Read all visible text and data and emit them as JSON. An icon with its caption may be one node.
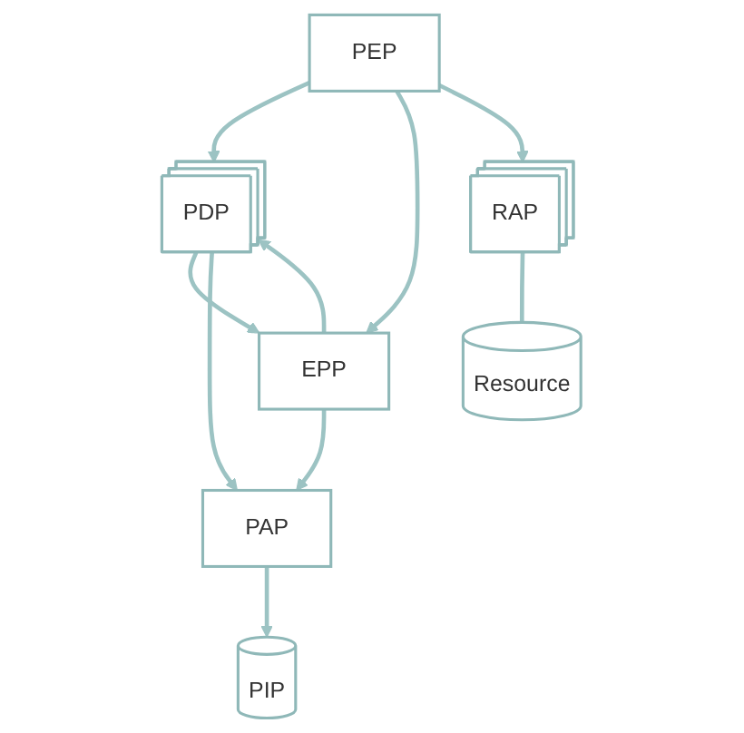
{
  "diagram": {
    "nodes": [
      {
        "text": [
          "PEP"
        ]
      },
      {
        "text": [
          "PDP"
        ]
      },
      {
        "text": [
          "EPP"
        ]
      },
      {
        "text": [
          "PAP"
        ]
      },
      {
        "text": [
          "RAP"
        ]
      },
      {
        "text": [
          "PIP"
        ]
      },
      {
        "text": [
          "Resource"
        ]
      }
    ],
    "edges": [
      {
        "from": 0,
        "to": 1,
        "arrow": "to"
      },
      {
        "from": 1,
        "to": 2,
        "arrow": "to"
      },
      {
        "from": 0,
        "to": 2,
        "arrow": "to"
      },
      {
        "from": 2,
        "to": 1,
        "arrow": "to"
      },
      {
        "from": 0,
        "to": 4,
        "arrow": "to"
      },
      {
        "from": 1,
        "to": 3,
        "arrow": "to"
      },
      {
        "from": 2,
        "to": 3,
        "arrow": "to"
      },
      {
        "from": 3,
        "to": 5,
        "arrow": "to"
      },
      {
        "from": 4,
        "to": 6,
        "arrow": "none"
      }
    ]
  }
}
